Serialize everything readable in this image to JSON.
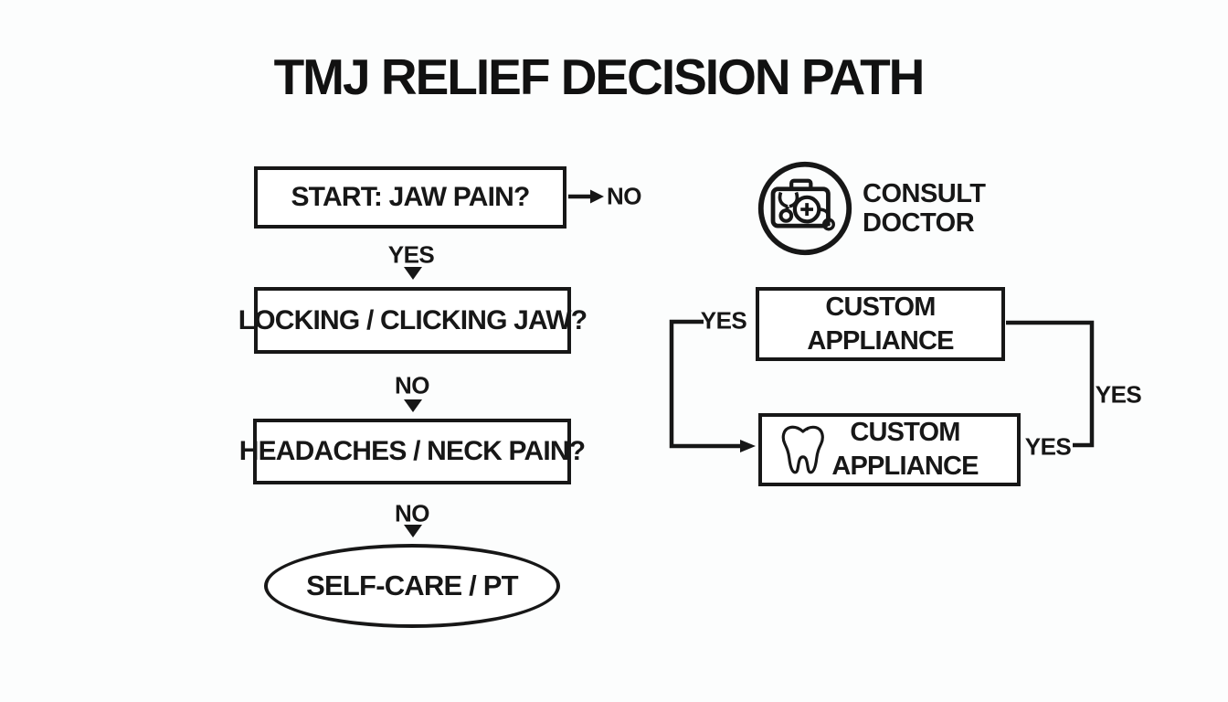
{
  "title": "TMJ RELIEF DECISION PATH",
  "colors": {
    "ink": "#171717",
    "background": "#fcfdfd",
    "node_fill": "#ffffff"
  },
  "flowchart": {
    "start_node": {
      "label": "START: JAW PAIN?"
    },
    "edge_start_no": {
      "label": "NO"
    },
    "edge_start_yes": {
      "label": "YES"
    },
    "locking_node": {
      "label": "LOCKING / CLICKING JAW?"
    },
    "edge_locking_no": {
      "label": "NO"
    },
    "headaches_node": {
      "label": "HEADACHES / NECK PAIN?"
    },
    "edge_headaches_no": {
      "label": "NO"
    },
    "selfcare_node": {
      "label": "SELF-CARE / PT"
    },
    "consult_node": {
      "icon": "medical-bag-icon",
      "line1": "CONSULT",
      "line2": "DOCTOR"
    },
    "appliance_top_node": {
      "line1": "CUSTOM",
      "line2": "APPLIANCE"
    },
    "appliance_bottom_node": {
      "icon": "tooth-icon",
      "line1": "CUSTOM",
      "line2": "APPLIANCE"
    },
    "edge_left_yes": {
      "label": "YES"
    },
    "edge_right_outer_yes": {
      "label": "YES"
    },
    "edge_right_inner_yes": {
      "label": "YES"
    }
  }
}
